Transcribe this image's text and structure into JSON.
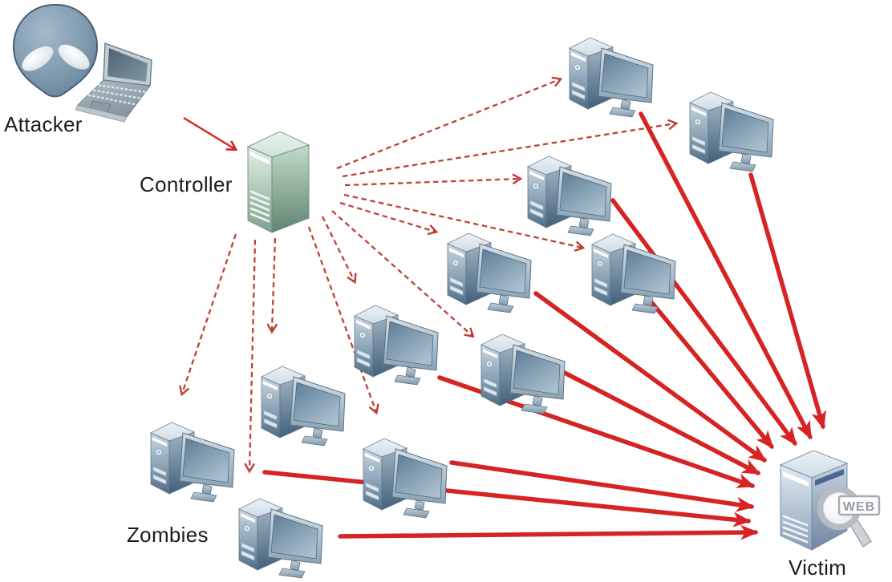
{
  "diagram": {
    "background": "#ffffff",
    "nodes": {
      "attacker": {
        "label": "Attacker",
        "icon": "alien-with-laptop-icon"
      },
      "controller": {
        "label": "Controller",
        "icon": "server-tower-icon"
      },
      "zombies": {
        "label": "Zombies",
        "icon": "desktop-computer-icon",
        "count": 11
      },
      "victim": {
        "label": "Victim",
        "icon": "web-server-icon",
        "badge": "WEB"
      }
    },
    "edges": {
      "attacker_to_controller": {
        "count": 1,
        "style": "solid-thin",
        "color": "#d62323"
      },
      "controller_to_zombies": {
        "count": 11,
        "style": "dashed",
        "color": "#bf4038"
      },
      "zombies_to_victim": {
        "count": 10,
        "style": "solid-thick",
        "color": "#d62323"
      }
    },
    "colors": {
      "attack_arrow": "#d62323",
      "command_arrow": "#bf4038",
      "label_text": "#1c1c1c"
    }
  }
}
